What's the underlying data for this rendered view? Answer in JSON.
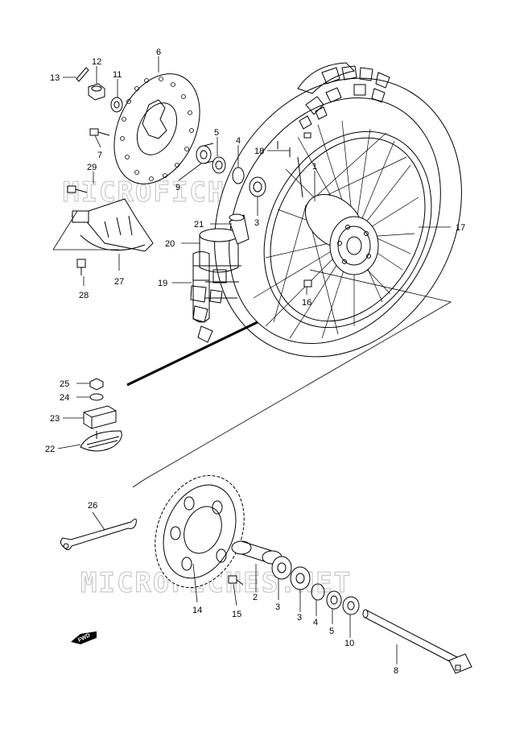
{
  "watermark": "MICROFICHES.NET",
  "fwd_label": "FWD",
  "callouts": [
    {
      "id": "c1",
      "label": "1"
    },
    {
      "id": "c2",
      "label": "2"
    },
    {
      "id": "c3a",
      "label": "3"
    },
    {
      "id": "c3b",
      "label": "3"
    },
    {
      "id": "c3c",
      "label": "3"
    },
    {
      "id": "c4a",
      "label": "4"
    },
    {
      "id": "c4b",
      "label": "4"
    },
    {
      "id": "c5a",
      "label": "5"
    },
    {
      "id": "c5b",
      "label": "5"
    },
    {
      "id": "c6",
      "label": "6"
    },
    {
      "id": "c7",
      "label": "7"
    },
    {
      "id": "c8",
      "label": "8"
    },
    {
      "id": "c9",
      "label": "9"
    },
    {
      "id": "c10",
      "label": "10"
    },
    {
      "id": "c11",
      "label": "11"
    },
    {
      "id": "c12",
      "label": "12"
    },
    {
      "id": "c13",
      "label": "13"
    },
    {
      "id": "c14",
      "label": "14"
    },
    {
      "id": "c15",
      "label": "15"
    },
    {
      "id": "c16",
      "label": "16"
    },
    {
      "id": "c17",
      "label": "17"
    },
    {
      "id": "c18",
      "label": "18"
    },
    {
      "id": "c19",
      "label": "19"
    },
    {
      "id": "c20",
      "label": "20"
    },
    {
      "id": "c21",
      "label": "21"
    },
    {
      "id": "c22",
      "label": "22"
    },
    {
      "id": "c23",
      "label": "23"
    },
    {
      "id": "c24",
      "label": "24"
    },
    {
      "id": "c25",
      "label": "25"
    },
    {
      "id": "c26",
      "label": "26"
    },
    {
      "id": "c27",
      "label": "27"
    },
    {
      "id": "c28",
      "label": "28"
    },
    {
      "id": "c29",
      "label": "29"
    }
  ]
}
